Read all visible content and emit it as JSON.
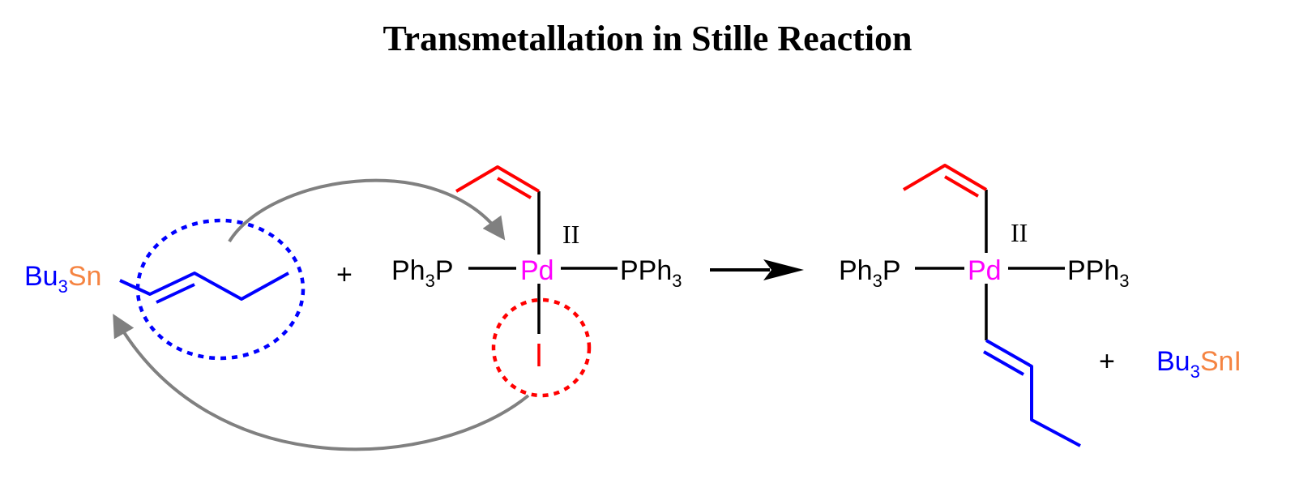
{
  "title": "Transmetallation in Stille Reaction",
  "colors": {
    "tin_ligand": "#0000ff",
    "tin": "#f58442",
    "palladium": "#ff00ff",
    "migrating_group": "#0000ff",
    "vinyl_group": "#ff0000",
    "iodide": "#ff0000",
    "arrows": "#808080",
    "bonds": "#000000"
  },
  "reactant_stannane": {
    "prefix": "Bu",
    "subscript": "3",
    "metal": "Sn"
  },
  "plus_signs": [
    "+",
    "+"
  ],
  "reactant_complex": {
    "left_ligand": {
      "text": "Ph",
      "sub": "3",
      "tail": "P"
    },
    "metal": "Pd",
    "oxidation_state": "II",
    "right_ligand": {
      "text": "PPh",
      "sub": "3"
    },
    "halide": "I"
  },
  "product_complex": {
    "left_ligand": {
      "text": "Ph",
      "sub": "3",
      "tail": "P"
    },
    "metal": "Pd",
    "oxidation_state": "II",
    "right_ligand": {
      "text": "PPh",
      "sub": "3"
    }
  },
  "byproduct": {
    "prefix": "Bu",
    "subscript": "3",
    "metal": "Sn",
    "halide": "I"
  },
  "icons": [
    "curved-arrow",
    "curved-arrow",
    "reaction-arrow",
    "dotted-circle",
    "dotted-circle"
  ]
}
